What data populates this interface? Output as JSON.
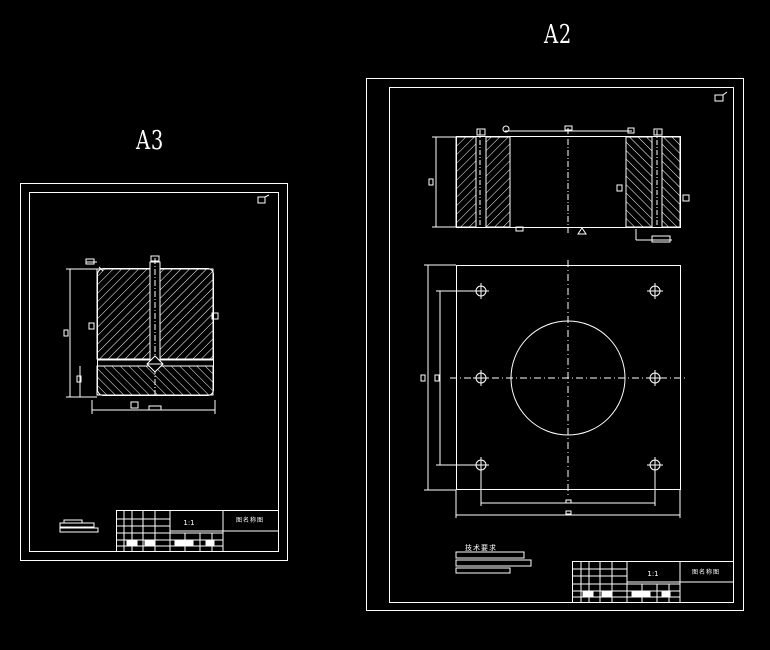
{
  "sheets": [
    {
      "id": "a3",
      "size_label": "A3",
      "scale_label": "1:1",
      "title_block_text": "图名称图"
    },
    {
      "id": "a2",
      "size_label": "A2",
      "scale_label": "1:1",
      "title_block_text": "图名称图",
      "notes_heading": "技术要求"
    }
  ],
  "colors": {
    "background": "#000000",
    "line": "#ffffff"
  }
}
